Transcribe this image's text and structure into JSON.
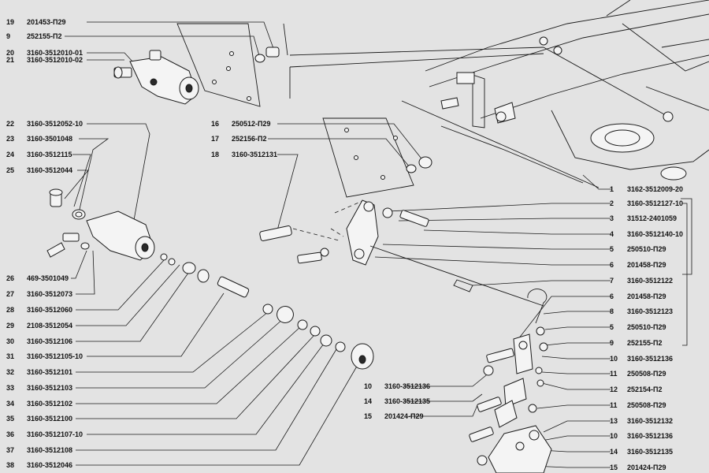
{
  "labels_left": [
    {
      "num": "19",
      "part": "201453-П29"
    },
    {
      "num": "9",
      "part": "252155-П2"
    },
    {
      "num": "20",
      "part": "3160-3512010-01"
    },
    {
      "num": "21",
      "part": "3160-3512010-02"
    },
    {
      "num": "22",
      "part": "3160-3512052-10"
    },
    {
      "num": "23",
      "part": "3160-3501048"
    },
    {
      "num": "24",
      "part": "3160-3512115"
    },
    {
      "num": "25",
      "part": "3160-3512044"
    },
    {
      "num": "26",
      "part": "469-3501049"
    },
    {
      "num": "27",
      "part": "3160-3512073"
    },
    {
      "num": "28",
      "part": "3160-3512060"
    },
    {
      "num": "29",
      "part": "2108-3512054"
    },
    {
      "num": "30",
      "part": "3160-3512106"
    },
    {
      "num": "31",
      "part": "3160-3512105-10"
    },
    {
      "num": "32",
      "part": "3160-3512101"
    },
    {
      "num": "33",
      "part": "3160-3512103"
    },
    {
      "num": "34",
      "part": "3160-3512102"
    },
    {
      "num": "35",
      "part": "3160-3512100"
    },
    {
      "num": "36",
      "part": "3160-3512107-10"
    },
    {
      "num": "37",
      "part": "3160-3512108"
    },
    {
      "num": "38",
      "part": "3160-3512046"
    }
  ],
  "labels_middle": [
    {
      "num": "16",
      "part": "250512-П29"
    },
    {
      "num": "17",
      "part": "252156-П2"
    },
    {
      "num": "18",
      "part": "3160-3512131"
    }
  ],
  "labels_bottom_middle": [
    {
      "num": "10",
      "part": "3160-3512136"
    },
    {
      "num": "14",
      "part": "3160-3512135"
    },
    {
      "num": "15",
      "part": "201424-П29"
    }
  ],
  "labels_right": [
    {
      "num": "1",
      "part": "3162-3512009-20"
    },
    {
      "num": "2",
      "part": "3160-3512127-10"
    },
    {
      "num": "3",
      "part": "31512-2401059"
    },
    {
      "num": "4",
      "part": "3160-3512140-10"
    },
    {
      "num": "5",
      "part": "250510-П29"
    },
    {
      "num": "6",
      "part": "201458-П29"
    },
    {
      "num": "7",
      "part": "3160-3512122"
    },
    {
      "num": "6",
      "part": "201458-П29"
    },
    {
      "num": "8",
      "part": "3160-3512123"
    },
    {
      "num": "5",
      "part": "250510-П29"
    },
    {
      "num": "9",
      "part": "252155-П2"
    },
    {
      "num": "10",
      "part": "3160-3512136"
    },
    {
      "num": "11",
      "part": "250508-П29"
    },
    {
      "num": "12",
      "part": "252154-П2"
    },
    {
      "num": "11",
      "part": "250508-П29"
    },
    {
      "num": "13",
      "part": "3160-3512132"
    },
    {
      "num": "10",
      "part": "3160-3512136"
    },
    {
      "num": "14",
      "part": "3160-3512135"
    },
    {
      "num": "15",
      "part": "201424-П29"
    }
  ]
}
